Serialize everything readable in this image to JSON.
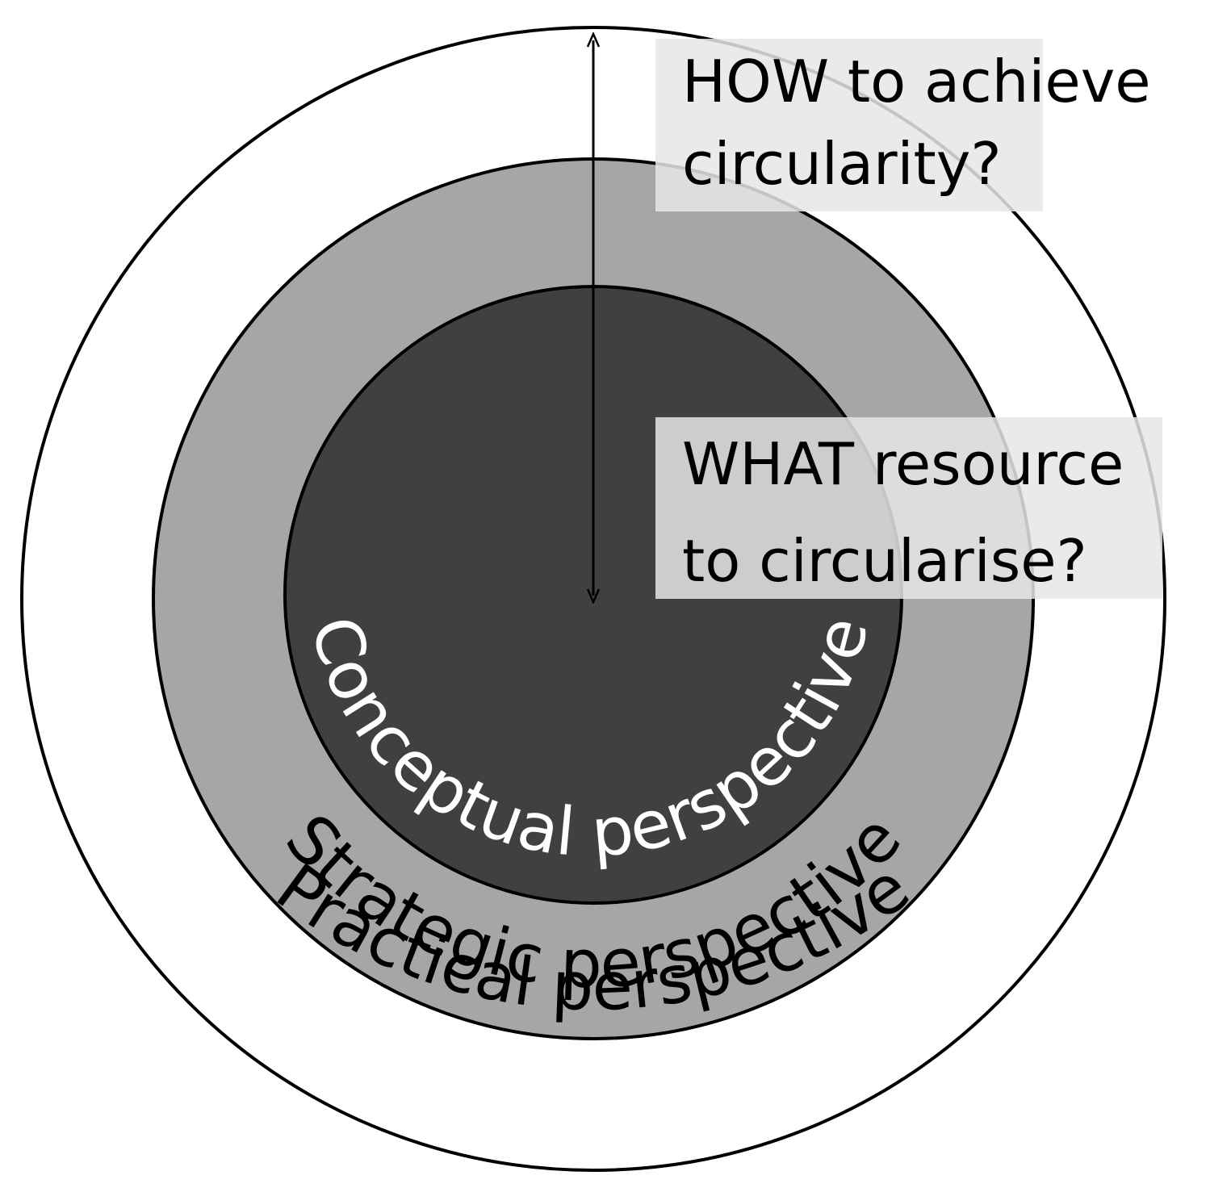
{
  "diagram": {
    "colors": {
      "outer_ring": "#ffffff",
      "middle_ring": "#a6a6a6",
      "inner_circle": "#404040",
      "stroke": "#000000",
      "label_box": "#e6e6e6",
      "inner_label": "#ffffff",
      "ring_label": "#000000"
    },
    "rings": {
      "practical": {
        "label": "Practical perspective"
      },
      "strategic": {
        "label": "Strategic perspective"
      },
      "conceptual": {
        "label": "Conceptual perspective"
      }
    },
    "questions": {
      "how": {
        "line1": "HOW to achieve",
        "line2": "circularity?"
      },
      "what": {
        "line1": "WHAT resource",
        "line2": "to circularise?"
      }
    }
  }
}
